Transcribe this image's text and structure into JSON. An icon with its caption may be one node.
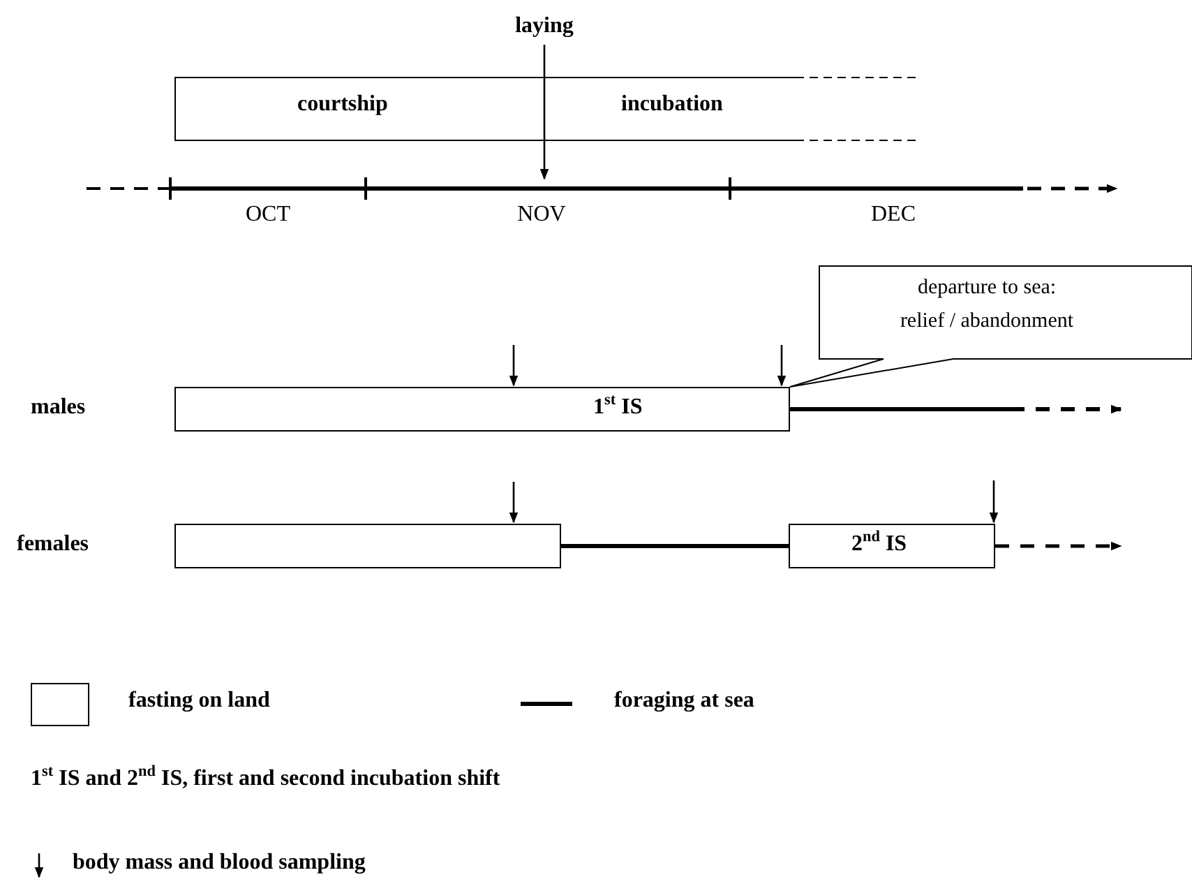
{
  "diagram": {
    "nodes": [
      {
        "text": [
          "laying"
        ]
      },
      {
        "text": [
          "courtship",
          "incubation"
        ]
      },
      {
        "text": [
          "departure to sea: relief / abandonment"
        ]
      },
      {
        "text": [
          "1$^{st}$ IS"
        ]
      },
      {
        "text": [],
        "shape": "box"
      },
      {
        "text": [
          "2$^{nd}$ IS"
        ]
      }
    ],
    "edges": [
      {
        "from": 0,
        "to": null,
        "arrow": "to"
      },
      {
        "from": null,
        "to": 3,
        "arrow": "to"
      },
      {
        "from": null,
        "to": 3,
        "arrow": "to"
      },
      {
        "from": 3,
        "to": null,
        "arrow": "to",
        "style": "thick"
      },
      {
        "from": null,
        "to": 4,
        "arrow": "to"
      },
      {
        "from": 4,
        "to": 5,
        "arrow": "none",
        "style": "thick"
      },
      {
        "from": null,
        "to": 5,
        "arrow": "to"
      },
      {
        "from": 5,
        "to": null,
        "arrow": "to",
        "style": "dashed"
      }
    ],
    "labels": [
      "OCT",
      "NOV",
      "DEC",
      "males",
      "females",
      "1$^{st}$ IS and 2$^{nd}$ IS, first and second incubation shift"
    ],
    "legend": [
      {
        "text": "fasting on land"
      },
      {
        "text": "foraging at sea"
      },
      {
        "text": "body mass and blood sampling"
      }
    ]
  }
}
